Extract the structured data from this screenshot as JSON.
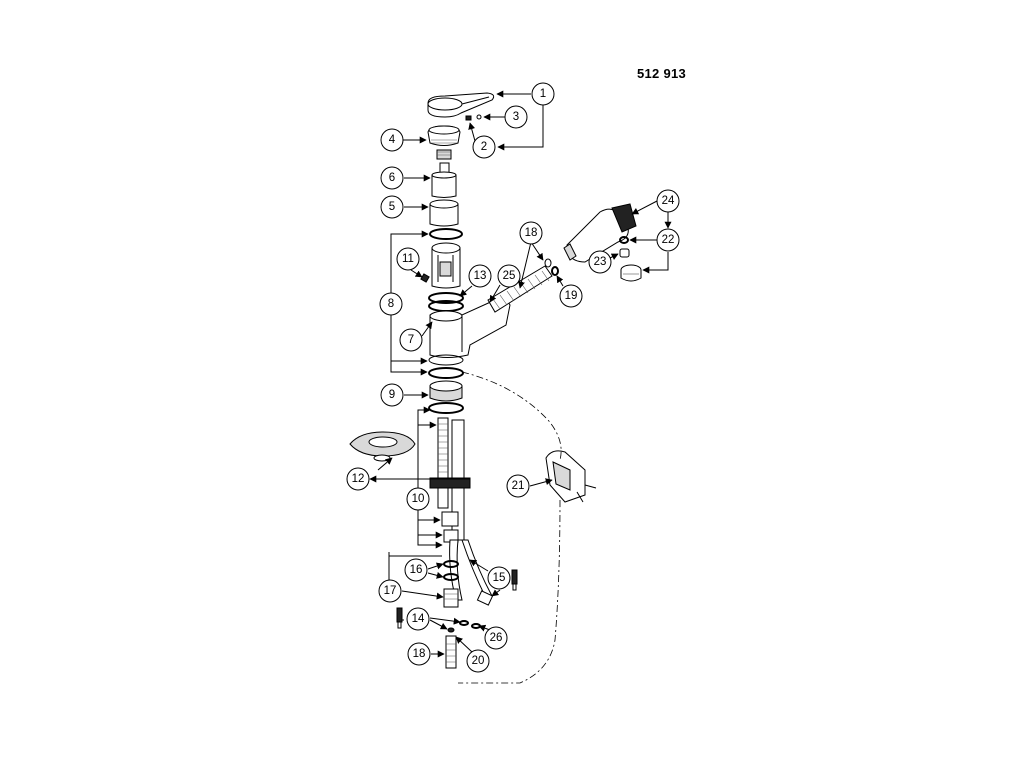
{
  "document": {
    "part_number": "512 913"
  },
  "callouts": [
    {
      "id": "c1",
      "label": "1"
    },
    {
      "id": "c2",
      "label": "2"
    },
    {
      "id": "c3",
      "label": "3"
    },
    {
      "id": "c4",
      "label": "4"
    },
    {
      "id": "c5",
      "label": "5"
    },
    {
      "id": "c6",
      "label": "6"
    },
    {
      "id": "c7",
      "label": "7"
    },
    {
      "id": "c8",
      "label": "8"
    },
    {
      "id": "c9",
      "label": "9"
    },
    {
      "id": "c10",
      "label": "10"
    },
    {
      "id": "c11",
      "label": "11"
    },
    {
      "id": "c12",
      "label": "12"
    },
    {
      "id": "c13",
      "label": "13"
    },
    {
      "id": "c14",
      "label": "14"
    },
    {
      "id": "c15",
      "label": "15"
    },
    {
      "id": "c16",
      "label": "16"
    },
    {
      "id": "c17",
      "label": "17"
    },
    {
      "id": "c18a",
      "label": "18"
    },
    {
      "id": "c18b",
      "label": "18"
    },
    {
      "id": "c19",
      "label": "19"
    },
    {
      "id": "c20",
      "label": "20"
    },
    {
      "id": "c21",
      "label": "21"
    },
    {
      "id": "c22",
      "label": "22"
    },
    {
      "id": "c23",
      "label": "23"
    },
    {
      "id": "c24",
      "label": "24"
    },
    {
      "id": "c25",
      "label": "25"
    },
    {
      "id": "c26",
      "label": "26"
    }
  ]
}
